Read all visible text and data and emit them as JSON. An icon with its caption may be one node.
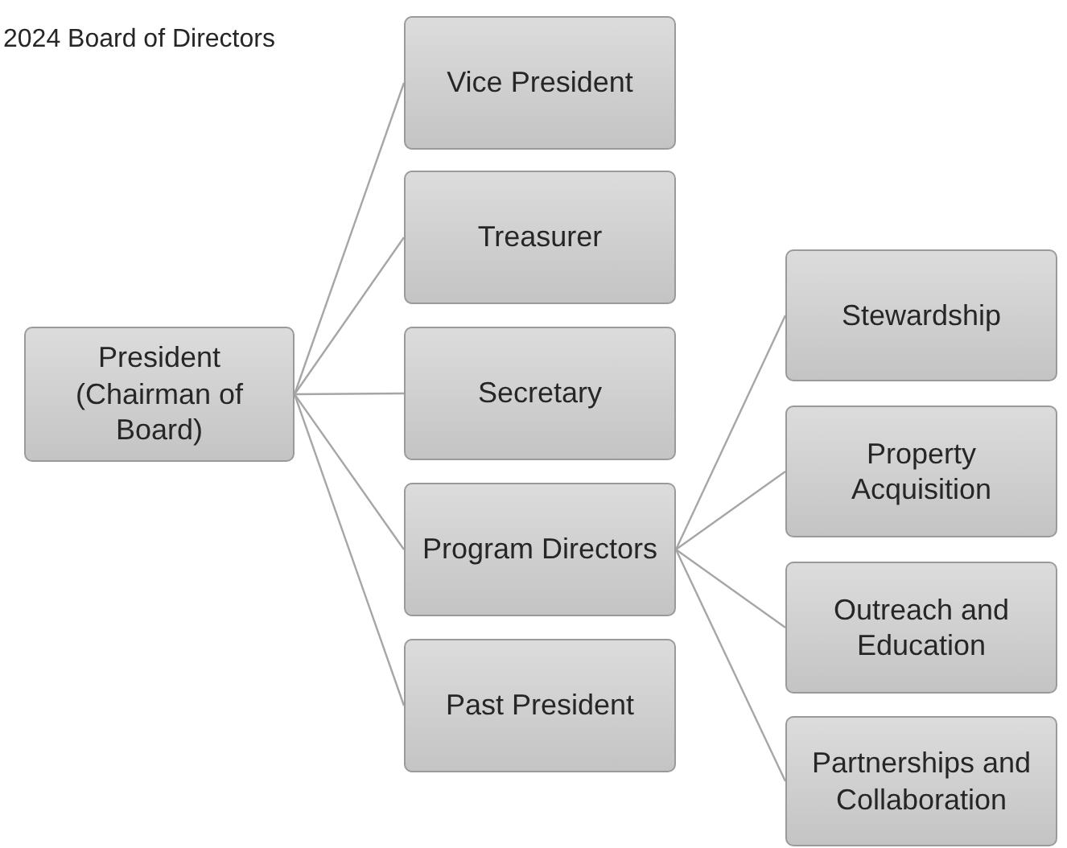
{
  "diagram": {
    "title": "2024 Board of Directors",
    "nodes": [
      {
        "text": [
          "President (Chairman of Board)"
        ]
      },
      {
        "text": [
          "Vice President"
        ]
      },
      {
        "text": [
          "Treasurer"
        ]
      },
      {
        "text": [
          "Secretary"
        ]
      },
      {
        "text": [
          "Program Directors"
        ]
      },
      {
        "text": [
          "Past President"
        ]
      },
      {
        "text": [
          "Stewardship"
        ]
      },
      {
        "text": [
          "Property Acquisition"
        ]
      },
      {
        "text": [
          "Outreach and Education"
        ]
      },
      {
        "text": [
          "Partnerships and Collaboration"
        ]
      }
    ],
    "edges": [
      {
        "from": 0,
        "to": 1,
        "arrow": "none"
      },
      {
        "from": 0,
        "to": 2,
        "arrow": "none"
      },
      {
        "from": 0,
        "to": 3,
        "arrow": "none"
      },
      {
        "from": 0,
        "to": 4,
        "arrow": "none"
      },
      {
        "from": 0,
        "to": 5,
        "arrow": "none"
      },
      {
        "from": 4,
        "to": 6,
        "arrow": "none"
      },
      {
        "from": 4,
        "to": 7,
        "arrow": "none"
      },
      {
        "from": 4,
        "to": 8,
        "arrow": "none"
      },
      {
        "from": 4,
        "to": 9,
        "arrow": "none"
      }
    ]
  }
}
